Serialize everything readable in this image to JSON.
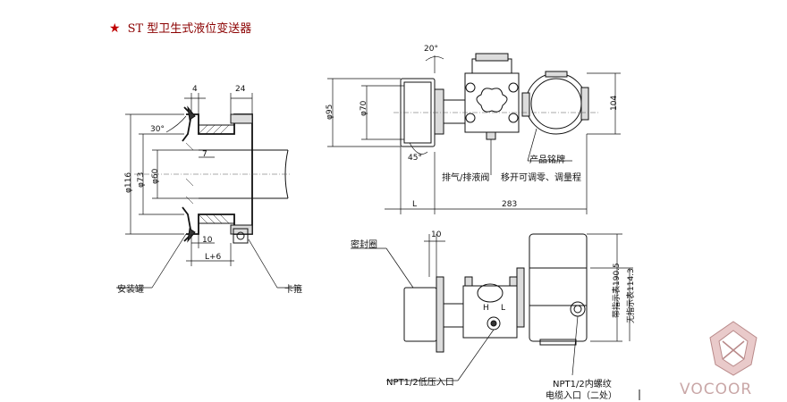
{
  "title": {
    "star": "★",
    "text": "ST 型卫生式液位变送器"
  },
  "left_view": {
    "dim_4": "4",
    "dim_24": "24",
    "angle_30": "30°",
    "dim_phi116": "φ116",
    "dim_phi73": "φ73",
    "dim_phi60": "φ60",
    "dim_7": "7",
    "dim_10": "10",
    "dim_L6": "L+6",
    "label_tank": "安装罐",
    "label_clamp": "卡箍"
  },
  "top_view": {
    "angle_20": "20°",
    "angle_45": "45°",
    "dim_phi95": "φ95",
    "dim_phi70": "φ70",
    "dim_104": "104",
    "dim_L": "L",
    "dim_283": "283",
    "label_nameplate": "产品铭牌",
    "label_vent": "排气/排液阀",
    "label_adjust": "移开可调零、调量程"
  },
  "bottom_view": {
    "label_seal": "密封圈",
    "dim_10": "10",
    "label_H": "H",
    "label_L": "L",
    "dim_1905": "带指示表190.5",
    "dim_1143": "无指示表114.3",
    "label_low_port": "NPT1/2低压入口",
    "label_thread": "NPT1/2内螺纹",
    "label_cable": "电缆入口（二处）"
  },
  "watermark": {
    "brand": "VOCOOR"
  },
  "colors": {
    "title": "#8b0000",
    "star": "#c00000",
    "brand": "#c9a7a7",
    "logo_dark": "#b98a8a",
    "logo_light": "#e9caca"
  }
}
